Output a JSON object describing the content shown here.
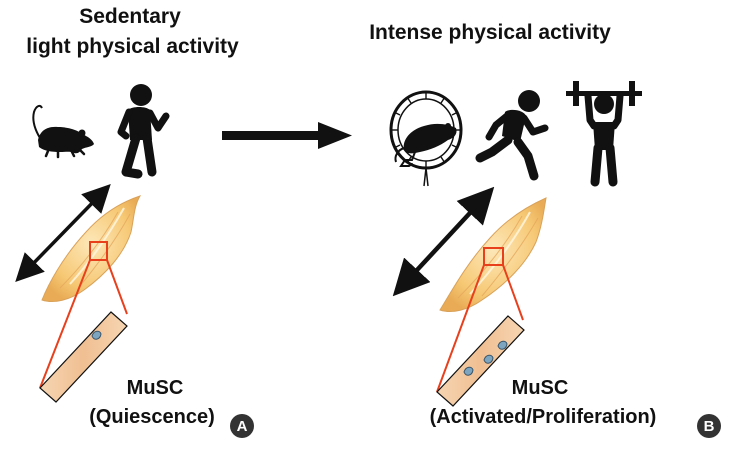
{
  "panel_a": {
    "heading_line1": "Sedentary",
    "heading_line2": "light physical activity",
    "cell_label": "MuSC",
    "state_label": "(Quiescence)",
    "badge": "A"
  },
  "panel_b": {
    "heading": "Intense physical activity",
    "cell_label": "MuSC",
    "state_label": "(Activated/Proliferation)",
    "badge": "B"
  },
  "colors": {
    "ink": "#111111",
    "muscle_fill": "#f6cf86",
    "fiber_fill": "#f3c9a0",
    "zoom_box": "#e8401c",
    "satellite_cell": "#7ea5bf",
    "badge_bg": "#333333"
  },
  "icons": [
    "mouse-icon",
    "walking-person-icon",
    "arrow-right-icon",
    "hamster-wheel-mouse-icon",
    "running-person-icon",
    "weightlifter-icon",
    "double-headed-arrow-icon",
    "muscle-icon",
    "muscle-fiber-icon"
  ]
}
